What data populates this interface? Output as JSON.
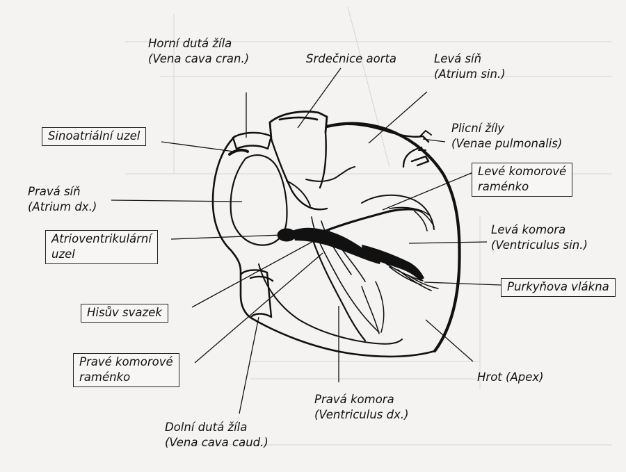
{
  "labels": {
    "vena_cava_cran": {
      "line1": "Horní dutá žíla",
      "line2": "(Vena cava cran.)"
    },
    "aorta": {
      "line1": "Srdečnice aorta"
    },
    "atrium_sin": {
      "line1": "Levá síň",
      "line2": "(Atrium sin.)"
    },
    "sinoatrial_node": {
      "line1": "Sinoatriální uzel"
    },
    "pulmonary_veins": {
      "line1": "Plicní žíly",
      "line2": "(Venae pulmonalis)"
    },
    "left_bundle_branch": {
      "line1": "Levé komorové",
      "line2": "raménko"
    },
    "atrium_dx": {
      "line1": "Pravá síň",
      "line2": "(Atrium dx.)"
    },
    "av_node": {
      "line1": "Atrioventrikulární",
      "line2": "uzel"
    },
    "ventriculus_sin": {
      "line1": "Levá komora",
      "line2": "(Ventriculus sin.)"
    },
    "purkinje_fibers": {
      "line1": "Purkyňova vlákna"
    },
    "bundle_of_his": {
      "line1": "Hisův svazek"
    },
    "right_bundle_branch": {
      "line1": "Pravé komorové",
      "line2": "raménko"
    },
    "apex": {
      "line1": "Hrot (Apex)"
    },
    "ventriculus_dx": {
      "line1": "Pravá komora",
      "line2": "(Ventriculus dx.)"
    },
    "vena_cava_caud": {
      "line1": "Dolní dutá žíla",
      "line2": "(Vena cava caud.)"
    }
  },
  "colors": {
    "ink": "#111111",
    "background": "#f4f3f1",
    "bleed_through": "#c9c7c4"
  }
}
